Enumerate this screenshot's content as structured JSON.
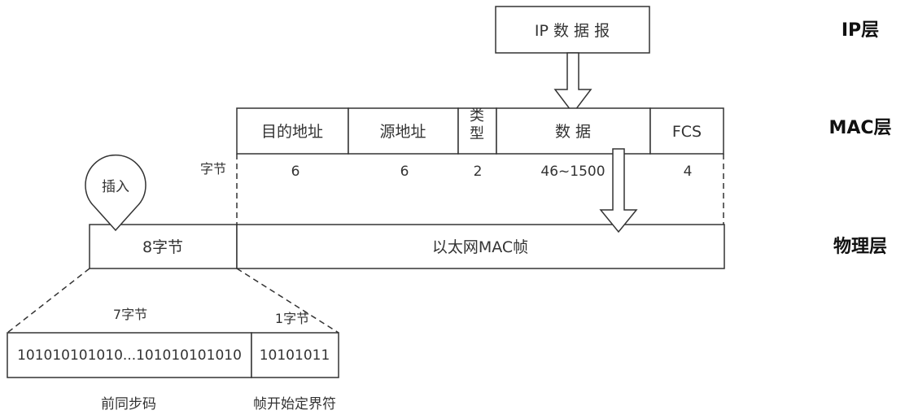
{
  "layers": {
    "ip": "IP层",
    "mac": "MAC层",
    "physical": "物理层"
  },
  "ip_datagram": "IP 数 据 报",
  "mac_frame": {
    "fields": [
      "目的地址",
      "源地址",
      "类型",
      "数 据",
      "FCS"
    ],
    "bytes_label": "字节",
    "sizes": [
      "6",
      "6",
      "2",
      "46~1500",
      "4"
    ]
  },
  "insert_label": "插入",
  "physical_frame": {
    "preamble_bytes": "8字节",
    "ethernet_frame": "以太网MAC帧"
  },
  "detail": {
    "preamble_size": "7字节",
    "sfd_size": "1字节",
    "preamble_bits": "101010101010...101010101010",
    "sfd_bits": "10101011",
    "preamble_name": "前同步码",
    "sfd_name": "帧开始定界符"
  }
}
